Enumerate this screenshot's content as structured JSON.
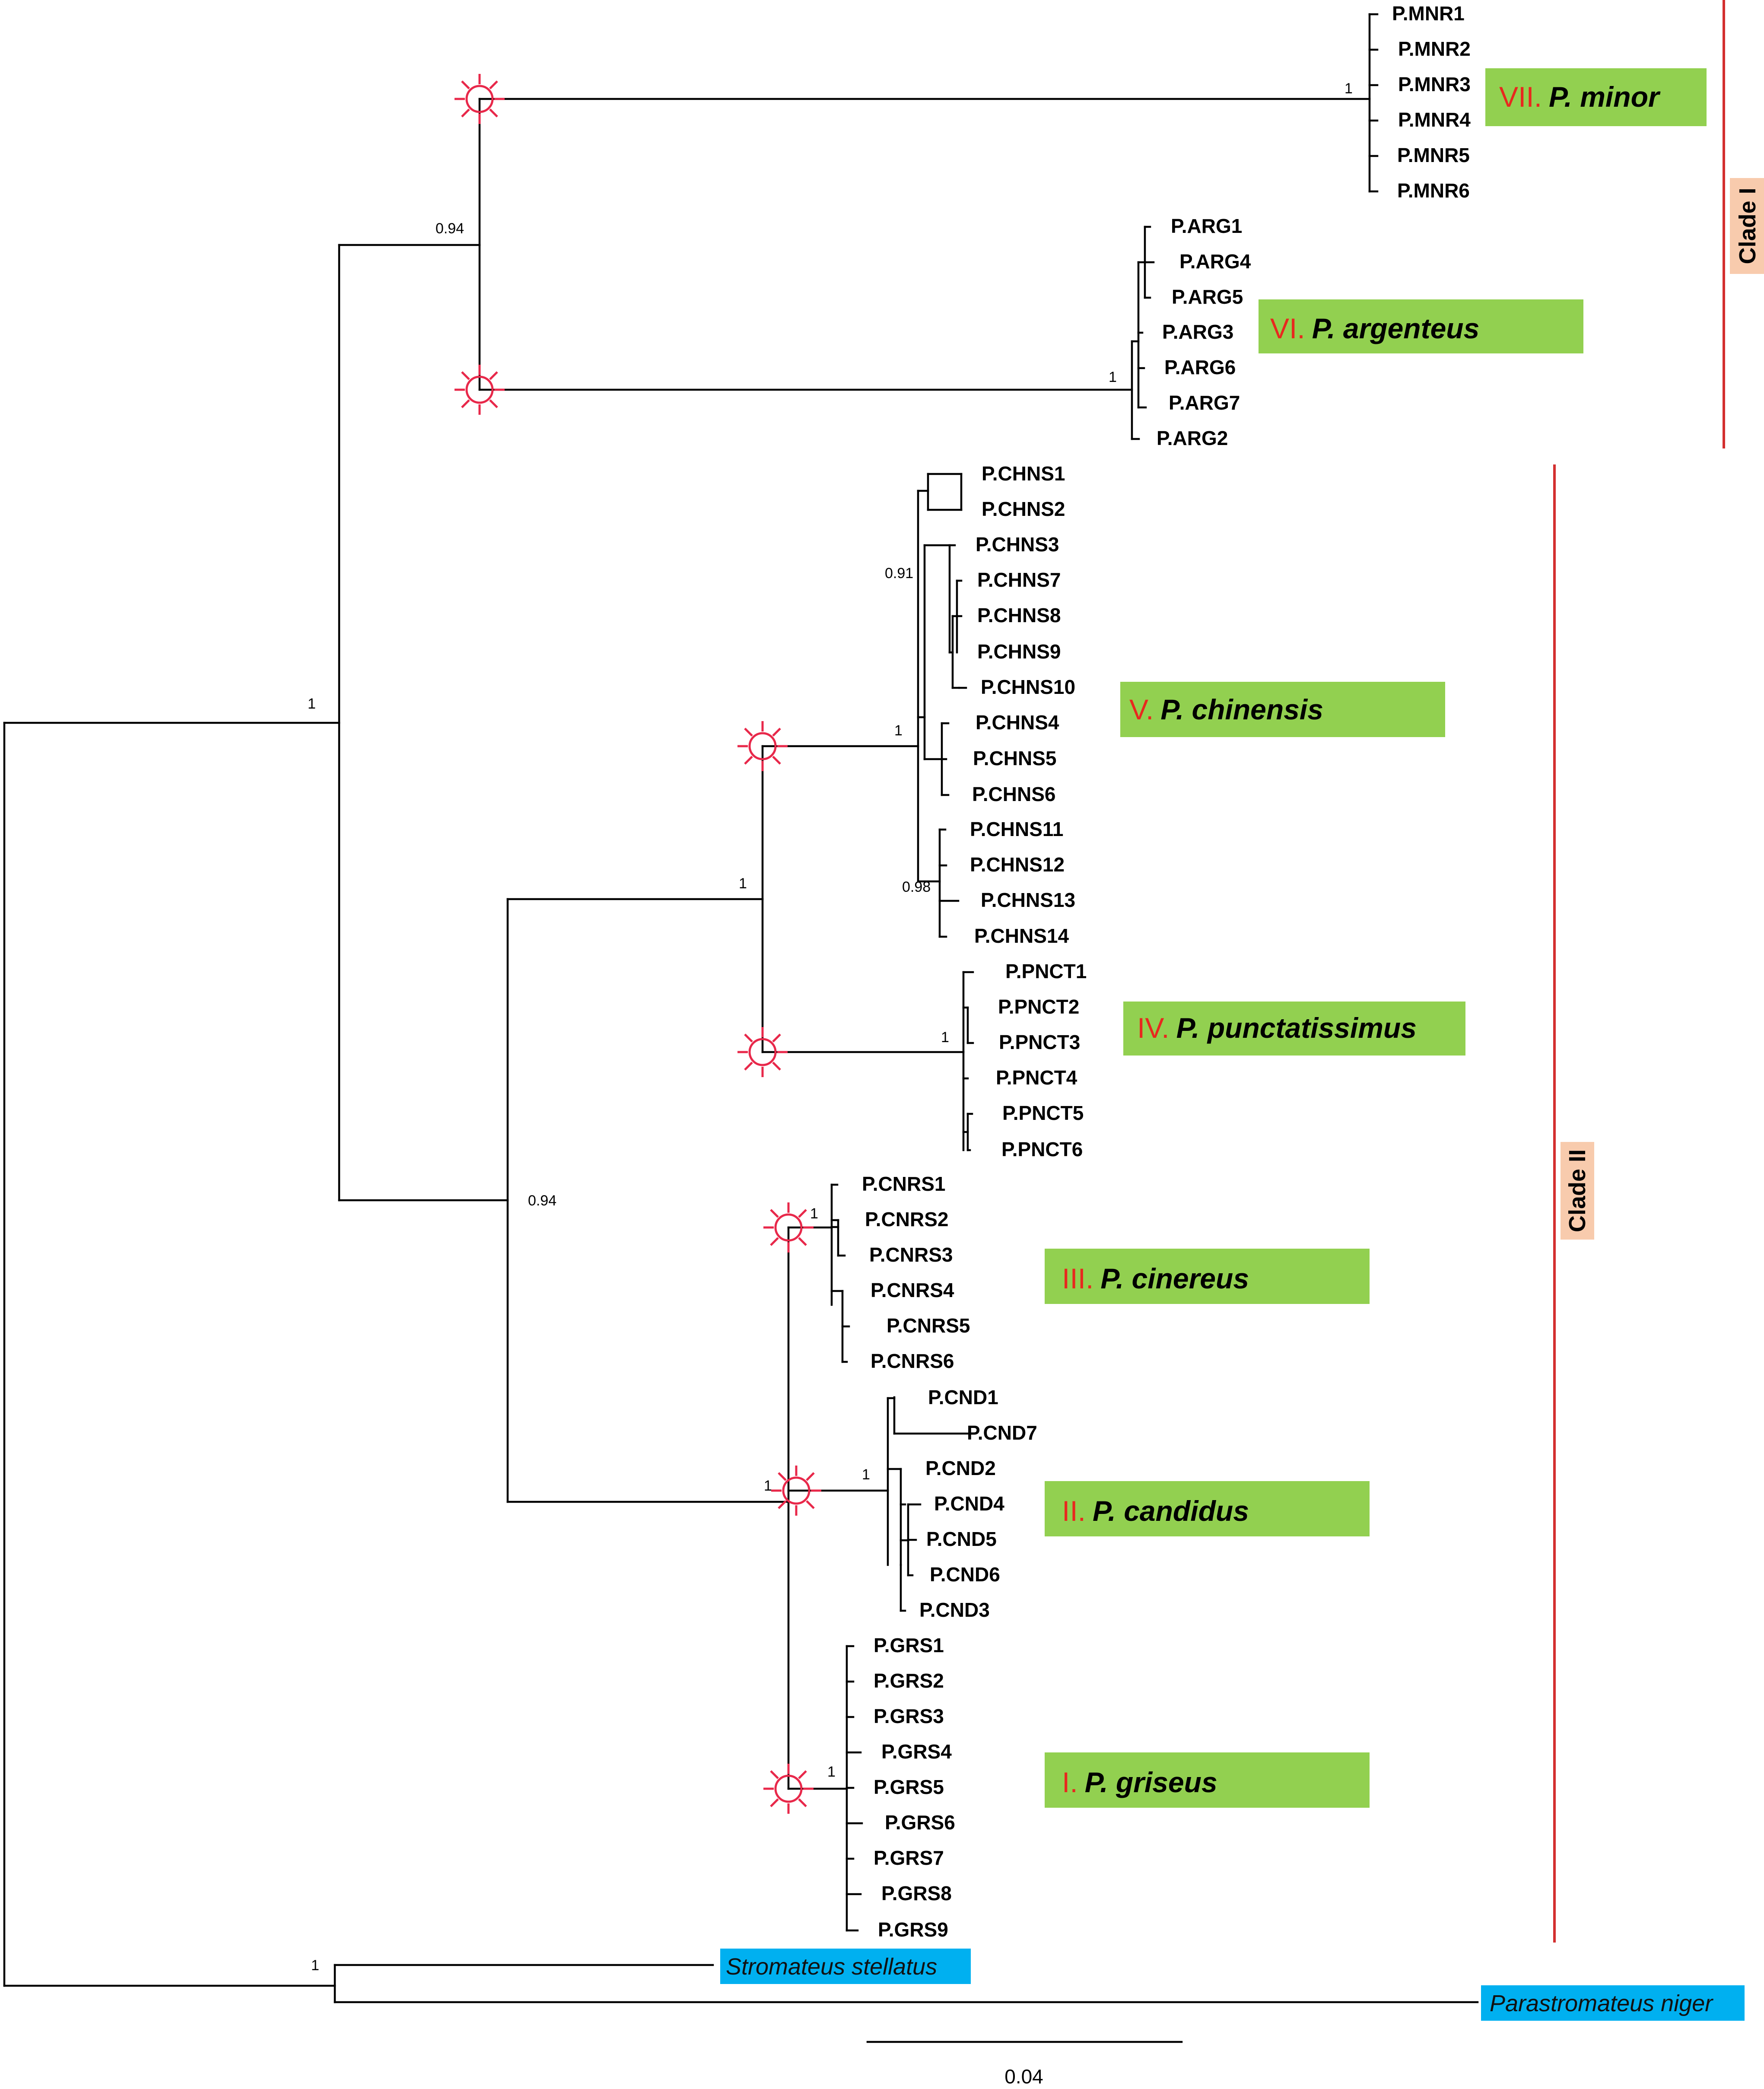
{
  "leaves": {
    "minor": [
      "P.MNR1",
      "P.MNR2",
      "P.MNR3",
      "P.MNR4",
      "P.MNR5",
      "P.MNR6"
    ],
    "argenteus": [
      "P.ARG1",
      "P.ARG4",
      "P.ARG5",
      "P.ARG3",
      "P.ARG6",
      "P.ARG7",
      "P.ARG2"
    ],
    "chinensis": [
      "P.CHNS1",
      "P.CHNS2",
      "P.CHNS3",
      "P.CHNS7",
      "P.CHNS8",
      "P.CHNS9",
      "P.CHNS10",
      "P.CHNS4",
      "P.CHNS5",
      "P.CHNS6",
      "P.CHNS11",
      "P.CHNS12",
      "P.CHNS13",
      "P.CHNS14"
    ],
    "punctatissimus": [
      "P.PNCT1",
      "P.PNCT2",
      "P.PNCT3",
      "P.PNCT4",
      "P.PNCT5",
      "P.PNCT6"
    ],
    "cinereus": [
      "P.CNRS1",
      "P.CNRS2",
      "P.CNRS3",
      "P.CNRS4",
      "P.CNRS5",
      "P.CNRS6"
    ],
    "candidus": [
      "P.CND1",
      "P.CND7",
      "P.CND2",
      "P.CND4",
      "P.CND5",
      "P.CND6",
      "P.CND3"
    ],
    "griseus": [
      "P.GRS1",
      "P.GRS2",
      "P.GRS3",
      "P.GRS4",
      "P.GRS5",
      "P.GRS6",
      "P.GRS7",
      "P.GRS8",
      "P.GRS9"
    ]
  },
  "species_boxes": {
    "minor": {
      "roman": "VII.",
      "name": "P. minor"
    },
    "argenteus": {
      "roman": "VI.",
      "name": "P. argenteus"
    },
    "chinensis": {
      "roman": "V.",
      "name": "P. chinensis"
    },
    "punctatissimus": {
      "roman": "IV.",
      "name": "P. punctatissimus"
    },
    "cinereus": {
      "roman": "III.",
      "name": "P. cinereus"
    },
    "candidus": {
      "roman": "II.",
      "name": "P. candidus"
    },
    "griseus": {
      "roman": "I.",
      "name": "P. griseus"
    }
  },
  "outgroups": {
    "stellatus": "Stromateus stellatus",
    "niger": "Parastromateus niger"
  },
  "support_values": {
    "root_ingroup": "1",
    "clade1": "0.94",
    "minor": "1",
    "argenteus": "1",
    "clade2": "0.94",
    "chinensis_punct": "1",
    "chinensis": "1",
    "chinensis_sub1": "0.91",
    "chinensis_sub2": "0.98",
    "punctatissimus": "1",
    "cinereus": "1",
    "lower": "1",
    "candidus": "1",
    "griseus": "1",
    "outgroup": "1"
  },
  "clades": {
    "clade1": "Clade I",
    "clade2": "Clade II"
  },
  "scale": {
    "value": "0.04"
  }
}
